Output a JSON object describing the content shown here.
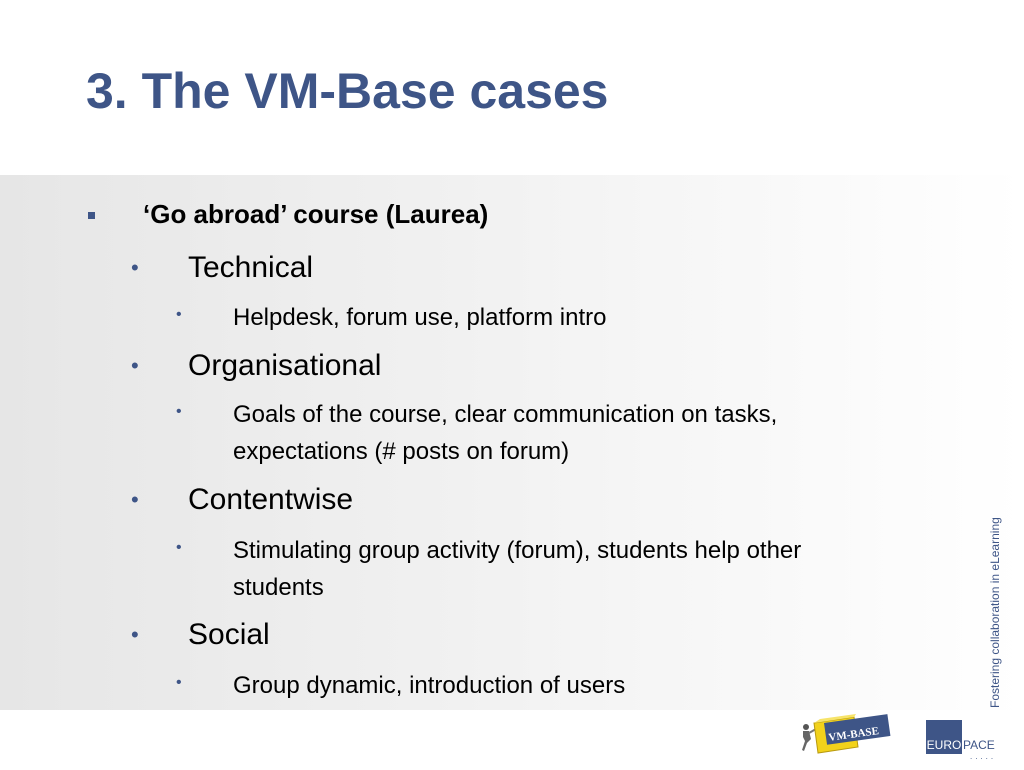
{
  "slide": {
    "title": "3. The VM-Base cases",
    "side_text": "Fostering collaboration in eLearning"
  },
  "outline": {
    "case_heading": "‘Go abroad’ course (Laurea)",
    "items": [
      {
        "label": "Technical",
        "details": [
          "Helpdesk, forum use, platform intro"
        ]
      },
      {
        "label": "Organisational",
        "details": [
          "Goals of the course, clear communication on tasks,",
          "expectations (# posts on forum)"
        ]
      },
      {
        "label": "Contentwise",
        "details": [
          "Stimulating group activity (forum), students help other",
          "students"
        ]
      },
      {
        "label": "Social",
        "details": [
          "Group dynamic, introduction of users"
        ]
      }
    ]
  },
  "logos": {
    "vmbase": "VM-BASE",
    "europace_euro": "EURO",
    "europace_pace": "PACE",
    "europace_dots": "....."
  },
  "colors": {
    "accent": "#3e5587",
    "text": "#000000",
    "logo_yellow": "#f2d21b"
  },
  "icons": [
    "square-bullet-icon",
    "round-bullet-icon",
    "vm-base-logo",
    "europace-logo"
  ]
}
